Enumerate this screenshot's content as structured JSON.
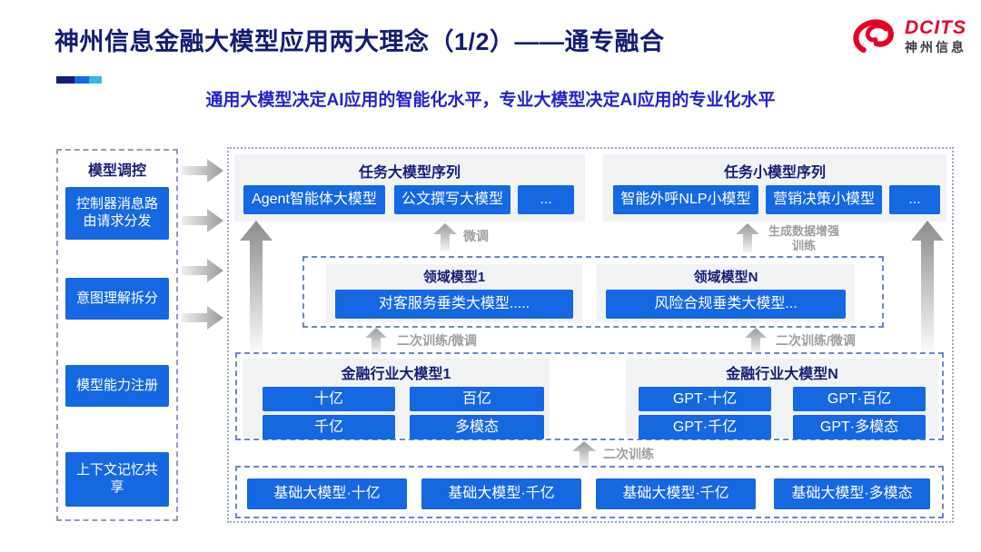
{
  "slide": {
    "title": "神州信息金融大模型应用两大理念（1/2）——通专融合",
    "subtitle": "通用大模型决定AI应用的智能化水平，专业大模型决定AI应用的专业化水平"
  },
  "logo": {
    "brand": "DCITS",
    "brand_cn": "神州信息",
    "icon": "swirl-icon",
    "color": "#e60027"
  },
  "colors": {
    "button_blue": "#1667e2",
    "heading_navy": "#141d73",
    "subtitle_blue": "#2423ce",
    "annotation_gray": "#9d9d9d"
  },
  "icons": [
    "logo-swirl-icon",
    "right-arrow-icon",
    "up-arrow-icon",
    "tall-up-arrow-icon"
  ],
  "sidebar": {
    "title": "模型调控",
    "items": [
      {
        "label": "控制器消息路由请求分发"
      },
      {
        "label": "意图理解拆分"
      },
      {
        "label": "模型能力注册"
      },
      {
        "label": "上下文记忆共享"
      }
    ]
  },
  "diagram": {
    "task_large_models": {
      "title": "任务大模型序列",
      "items": [
        "Agent智能体大模型",
        "公文撰写大模型",
        "..."
      ]
    },
    "task_small_models": {
      "title": "任务小模型序列",
      "items": [
        "智能外呼NLP小模型",
        "营销决策小模型",
        "..."
      ]
    },
    "domain_models": [
      {
        "title": "领域模型1",
        "model": "对客服务垂类大模型....."
      },
      {
        "title": "领域模型N",
        "model": "风险合规垂类大模型..."
      }
    ],
    "industry_models": [
      {
        "title": "金融行业大模型1",
        "items": [
          "十亿",
          "百亿",
          "千亿",
          "多模态"
        ]
      },
      {
        "title": "金融行业大模型N",
        "items": [
          "GPT·十亿",
          "GPT·百亿",
          "GPT·千亿",
          "GPT·多模态"
        ]
      }
    ],
    "base_models": [
      "基础大模型·十亿",
      "基础大模型·千亿",
      "基础大模型·千亿",
      "基础大模型·多模态"
    ],
    "annotations": {
      "finetune": "微调",
      "gen_data_training": "生成数据增强训练",
      "retrain_finetune_left": "二次训练/微调",
      "retrain_finetune_right": "二次训练/微调",
      "retrain": "二次训练"
    }
  }
}
